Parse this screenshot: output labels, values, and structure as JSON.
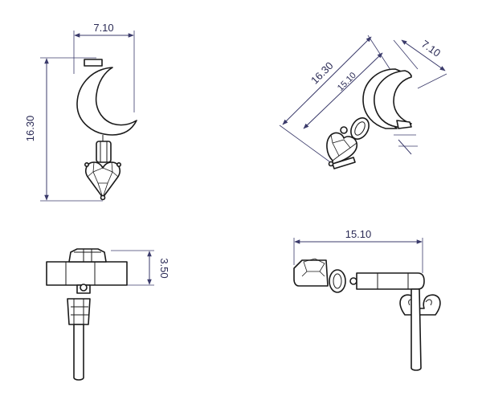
{
  "views": {
    "front": {
      "width": "7.10",
      "height": "16.30"
    },
    "iso": {
      "height": "16.30",
      "inner": "15.10",
      "width": "7.10"
    },
    "side": {
      "thickness": "3.50"
    },
    "top": {
      "length": "15.10"
    }
  },
  "colors": {
    "dimension": "#3b3b6b",
    "outline": "#1a1a1a",
    "background": "#ffffff"
  }
}
